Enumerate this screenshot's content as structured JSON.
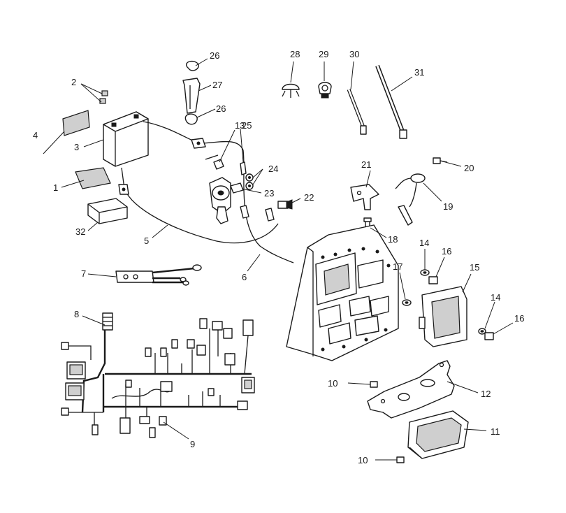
{
  "callouts": {
    "c1": "1",
    "c2": "2",
    "c3": "3",
    "c4": "4",
    "c5": "5",
    "c6": "6",
    "c7": "7",
    "c8": "8",
    "c9": "9",
    "c10a": "10",
    "c10b": "10",
    "c11": "11",
    "c12": "12",
    "c13": "13",
    "c14a": "14",
    "c14b": "14",
    "c15": "15",
    "c16a": "16",
    "c16b": "16",
    "c17": "17",
    "c18": "18",
    "c19": "19",
    "c20": "20",
    "c21": "21",
    "c22": "22",
    "c23": "23",
    "c24": "24",
    "c25": "25",
    "c26a": "26",
    "c26b": "26",
    "c27": "27",
    "c28": "28",
    "c29": "29",
    "c30": "30",
    "c31": "31",
    "c32": "32"
  }
}
